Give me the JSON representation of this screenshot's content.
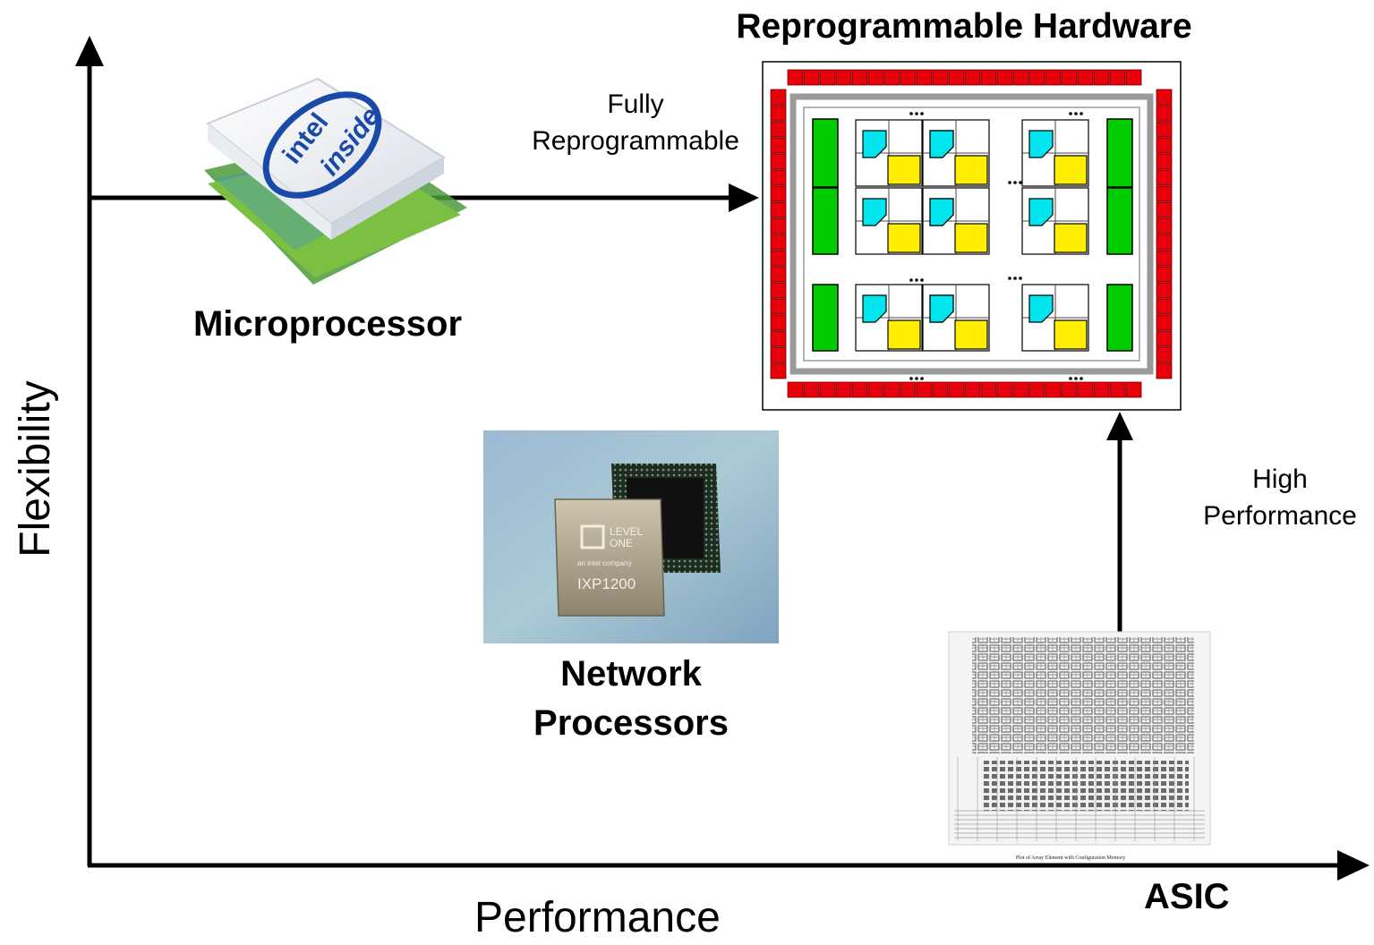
{
  "axes": {
    "x_label": "Performance",
    "y_label": "Flexibility"
  },
  "nodes": {
    "microprocessor": {
      "label": "Microprocessor",
      "chip_text_1": "intel",
      "chip_text_2": "inside"
    },
    "reprogrammable": {
      "label": "Reprogrammable Hardware"
    },
    "network": {
      "label_line1": "Network",
      "label_line2": "Processors",
      "chip_brand_1": "LEVEL",
      "chip_brand_2": "ONE",
      "chip_sub": "an intel company",
      "chip_model": "IXP1200"
    },
    "asic": {
      "label": "ASIC",
      "caption": "Plot of Array Element with Configuration Memory"
    }
  },
  "arrows": {
    "fully": {
      "line1": "Fully",
      "line2": "Reprogrammable"
    },
    "high": {
      "line1": "High",
      "line2": "Performance"
    }
  },
  "colors": {
    "io_pad": "#e8000b",
    "memory_block": "#00cc00",
    "logic_cell": "#00e5ee",
    "lut_block": "#ffee00",
    "frame": "#9a9a9a"
  }
}
